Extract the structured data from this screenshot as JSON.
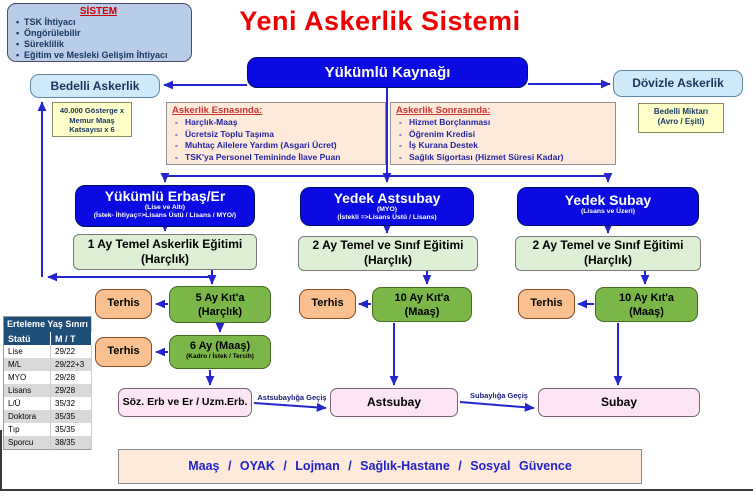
{
  "title": "Yeni Askerlik Sistemi",
  "sistem": {
    "title": "SİSTEM",
    "items": [
      "TSK İhtiyacı",
      "Öngörülebilir",
      "Süreklilik",
      "Eğitim ve Mesleki Gelişim İhtiyacı"
    ]
  },
  "source_box": "Yükümlü Kaynağı",
  "bedelli": {
    "label": "Bedelli Askerlik",
    "formula_lines": [
      "40.000 Gösterge x",
      "Memur Maaş",
      "Katsayısı x 6"
    ]
  },
  "dovizle": {
    "label": "Dövizle Askerlik",
    "amount_line1": "Bedelli Miktarı",
    "amount_line2": "(Avro / Eşiti)"
  },
  "esnasinda": {
    "title": "Askerlik Esnasında:",
    "items": [
      "Harçlık-Maaş",
      "Ücretsiz Toplu Taşıma",
      "Muhtaç Ailelere Yardım (Asgari Ücret)",
      "TSK'ya Personel Temininde İlave Puan"
    ]
  },
  "sonrasinda": {
    "title": "Askerlik Sonrasında:",
    "items": [
      "Hizmet Borçlanması",
      "Öğrenim Kredisi",
      "İş Kurana Destek",
      "Sağlık Sigortası (Hizmet Süresi Kadar)"
    ]
  },
  "branches": {
    "erbas": {
      "title": "Yükümlü Erbaş/Er",
      "sub1": "(Lise ve Altı)",
      "sub2": "(İstek- İhtiyaç=>Lisans Üstü / Lisans / MYO/)",
      "training": "1 Ay Temel Askerlik Eğitimi",
      "training_pay": "(Harçlık)",
      "stage1": "5 Ay Kıt'a",
      "stage1_pay": "(Harçlık)",
      "stage2": "6 Ay (Maaş)",
      "stage2_sub": "(Kadro / İstek / Tercih)",
      "outcome": "Söz. Erb ve Er / Uzm.Erb."
    },
    "astsubay": {
      "title": "Yedek Astsubay",
      "sub1": "(MYO)",
      "sub2": "(İstekli =>Lisans Üstü / Lisans)",
      "training": "2 Ay Temel ve Sınıf Eğitimi",
      "training_pay": "(Harçlık)",
      "stage1": "10 Ay Kıt'a",
      "stage1_pay": "(Maaş)",
      "outcome": "Astsubay"
    },
    "subay": {
      "title": "Yedek Subay",
      "sub1": "(Lisans ve Üzeri)",
      "training": "2 Ay Temel ve Sınıf Eğitimi",
      "training_pay": "(Harçlık)",
      "stage1": "10 Ay Kıt'a",
      "stage1_pay": "(Maaş)",
      "outcome": "Subay"
    }
  },
  "labels": {
    "terhis": "Terhis",
    "to_astsubay": "Astsubaylığa Geçiş",
    "to_subay": "Subaylığa Geçiş"
  },
  "benefits_bar": "Maaş / OYAK / Lojman / Sağlık-Hastane / Sosyal Güvence",
  "erteleme": {
    "title": "Erteleme Yaş Sınırı",
    "col1": "Statü",
    "col2": "M / T",
    "rows": [
      {
        "statu": "Lise",
        "mt": "29/22"
      },
      {
        "statu": "M/L",
        "mt": "29/22+3"
      },
      {
        "statu": "MYO",
        "mt": "29/28"
      },
      {
        "statu": "Lisans",
        "mt": "29/28"
      },
      {
        "statu": "L/Ü",
        "mt": "35/32"
      },
      {
        "statu": "Doktora",
        "mt": "35/35"
      },
      {
        "statu": "Tıp",
        "mt": "35/35"
      },
      {
        "statu": "Sporcu",
        "mt": "38/35"
      }
    ]
  },
  "colors": {
    "title_red": "#ee0000",
    "primary_blue_box": "#0a0ae2",
    "light_blue_box": "#cfe9f8",
    "cream_panel": "#fdeada",
    "light_green_box": "#ddf0d5",
    "dark_green_box": "#7ab648",
    "orange_box": "#fac08f",
    "pink_box": "#fce6f5",
    "table_header": "#1f4e79",
    "arrow_blue": "#2525cd"
  }
}
